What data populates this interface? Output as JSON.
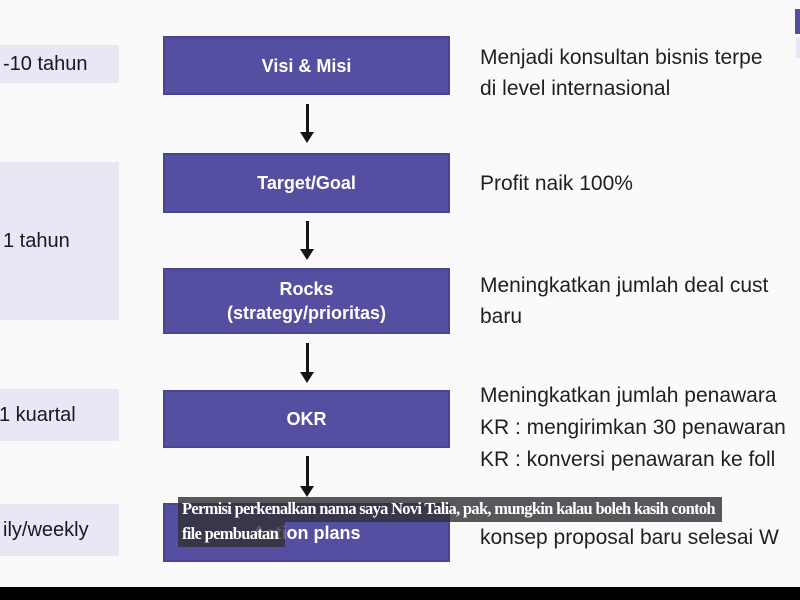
{
  "colors": {
    "slide_bg": "#fbfafa",
    "box_purple": "#544fa0",
    "box_border": "#4a4590",
    "label_lavender": "#e9e7f4",
    "text_dark": "#1f1f1f",
    "caption_bg": "rgba(47,47,52,0.8)",
    "caption_text": "#ffffff"
  },
  "timeline": {
    "items": [
      {
        "label": "-10 tahun"
      },
      {
        "label": "1 tahun"
      },
      {
        "label": "1 kuartal"
      },
      {
        "label": "ily/weekly"
      }
    ]
  },
  "flow": {
    "boxes": [
      {
        "label": "Visi & Misi"
      },
      {
        "label": "Target/Goal"
      },
      {
        "label": "Rocks\n(strategy/prioritas)"
      },
      {
        "label": "OKR"
      },
      {
        "label": "Action plans"
      }
    ]
  },
  "descriptions": {
    "items": [
      {
        "text": "Menjadi konsultan bisnis terpe\ndi level internasional"
      },
      {
        "text": "Profit naik 100%"
      },
      {
        "text": "Meningkatkan jumlah deal cust\nbaru"
      },
      {
        "text": "Meningkatkan jumlah penawara\nKR : mengirimkan 30 penawaran\nKR : konversi penawaran ke foll"
      },
      {
        "text": "konsep proposal baru selesai W"
      }
    ]
  },
  "caption": {
    "line1": "Permisi perkenalkan nama saya Novi Talia, pak, mungkin kalau boleh kasih contoh",
    "line2": "file pembuatan"
  }
}
